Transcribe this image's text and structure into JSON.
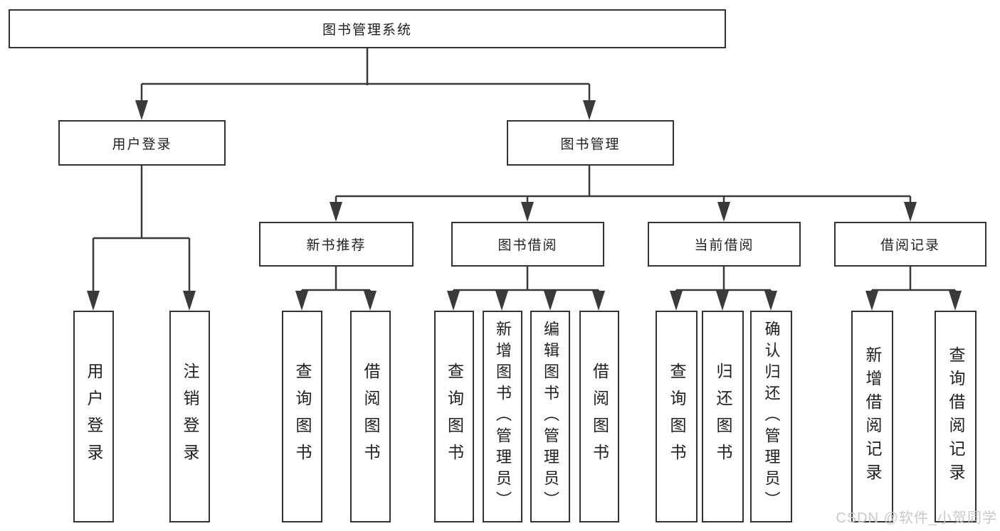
{
  "diagram": {
    "root": {
      "label": "图书管理系统"
    },
    "level2": [
      {
        "label": "用户登录"
      },
      {
        "label": "图书管理"
      }
    ],
    "level3": [
      {
        "label": "新书推荐",
        "parent": "图书管理"
      },
      {
        "label": "图书借阅",
        "parent": "图书管理"
      },
      {
        "label": "当前借阅",
        "parent": "图书管理"
      },
      {
        "label": "借阅记录",
        "parent": "图书管理"
      }
    ],
    "leaves": [
      {
        "label": "用户登录",
        "parent": "用户登录"
      },
      {
        "label": "注销登录",
        "parent": "用户登录"
      },
      {
        "label": "查询图书",
        "parent": "新书推荐"
      },
      {
        "label": "借阅图书",
        "parent": "新书推荐"
      },
      {
        "label": "查询图书",
        "parent": "图书借阅"
      },
      {
        "label": "新增图书（管理员）",
        "parent": "图书借阅"
      },
      {
        "label": "编辑图书（管理员）",
        "parent": "图书借阅"
      },
      {
        "label": "借阅图书",
        "parent": "图书借阅"
      },
      {
        "label": "查询图书",
        "parent": "当前借阅"
      },
      {
        "label": "归还图书",
        "parent": "当前借阅"
      },
      {
        "label": "确认归还（管理员）",
        "parent": "当前借阅"
      },
      {
        "label": "新增借阅记录",
        "parent": "借阅记录"
      },
      {
        "label": "查询借阅记录",
        "parent": "借阅记录"
      }
    ],
    "watermark": "CSDN @软件_小贺同学",
    "colors": {
      "line": "#3a3a3a",
      "border": "#333333",
      "background": "#ffffff",
      "text": "#1f1f1f",
      "watermark": "#c9c9c9"
    }
  }
}
